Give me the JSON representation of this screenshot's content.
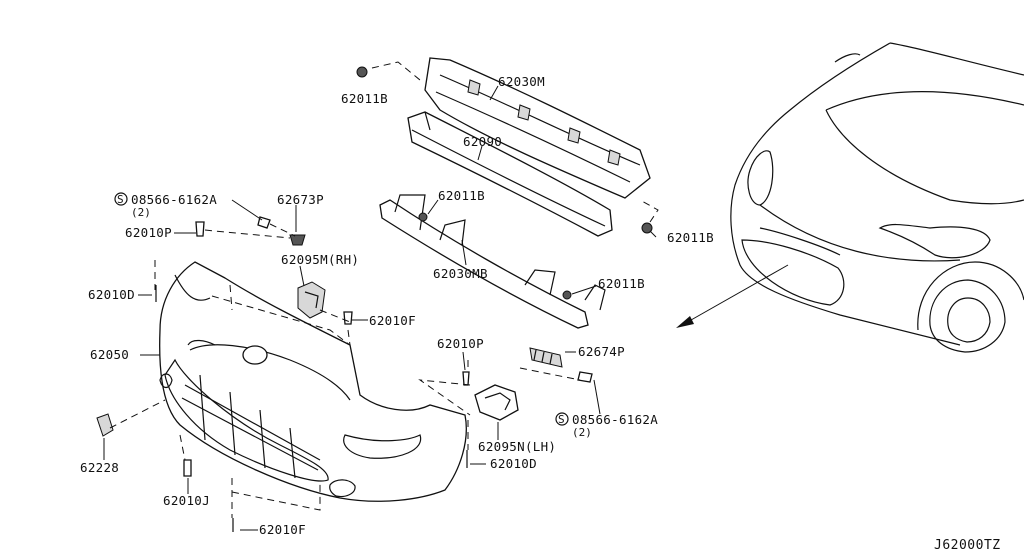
{
  "diagram": {
    "code": "J62000TZ",
    "callouts": {
      "c_62030M": "62030M",
      "c_62011B_tl": "62011B",
      "c_62090": "62090",
      "c_62011B_mid": "62011B",
      "c_62011B_right": "62011B",
      "c_62011B_low": "62011B",
      "c_62030MB": "62030MB",
      "c_08566_top": "08566-6162A",
      "c_08566_top_qty": "(2)",
      "c_62673P": "62673P",
      "c_62010P_l": "62010P",
      "c_62095M": "62095M(RH)",
      "c_62010D_l": "62010D",
      "c_62010F_m": "62010F",
      "c_62050": "62050",
      "c_62010P_r": "62010P",
      "c_62674P": "62674P",
      "c_08566_bot": "08566-6162A",
      "c_08566_bot_qty": "(2)",
      "c_62095N": "62095N(LH)",
      "c_62010D_r": "62010D",
      "c_62228": "62228",
      "c_62010J": "62010J",
      "c_62010F_b": "62010F"
    }
  }
}
